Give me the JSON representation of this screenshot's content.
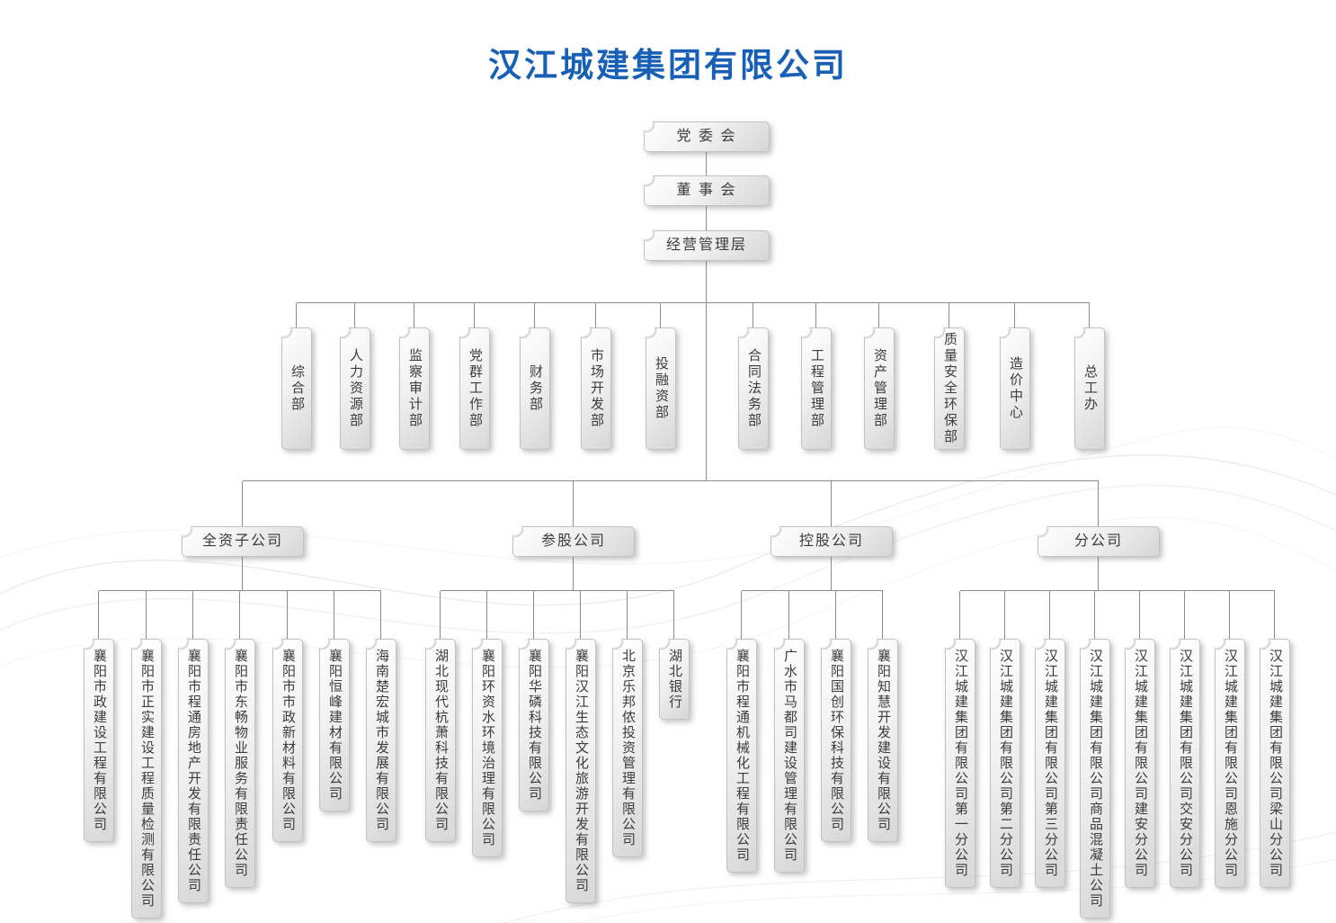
{
  "title": "汉江城建集团有限公司",
  "governance": [
    "党 委 会",
    "董 事 会",
    "经营管理层"
  ],
  "departments": [
    "综合部",
    "人力资源部",
    "监察审计部",
    "党群工作部",
    "财务部",
    "市场开发部",
    "投融资部",
    "合同法务部",
    "工程管理部",
    "资产管理部",
    "质量安全环保部",
    "造价中心",
    "总工办"
  ],
  "groups": [
    {
      "label": "全资子公司",
      "companies": [
        "襄阳市政建设工程有限公司",
        "襄阳市正实建设工程质量检测有限公司",
        "襄阳市程通房地产开发有限责任公司",
        "襄阳市东畅物业服务有限责任公司",
        "襄阳市市政新材料有限公司",
        "襄阳恒峰建材有限公司",
        "海南楚宏城市发展有限公司"
      ]
    },
    {
      "label": "参股公司",
      "companies": [
        "湖北现代杭萧科技有限公司",
        "襄阳环资水环境治理有限公司",
        "襄阳华磷科技有限公司",
        "襄阳汉江生态文化旅游开发有限公司",
        "北京乐邦侬投资管理有限公司",
        "湖北银行"
      ]
    },
    {
      "label": "控股公司",
      "companies": [
        "襄阳市程通机械化工程有限公司",
        "广水市马都司建设管理有限公司",
        "襄阳国创环保科技有限公司",
        "襄阳知慧开发建设有限公司"
      ]
    },
    {
      "label": "分公司",
      "companies": [
        "汉江城建集团有限公司第一分公司",
        "汉江城建集团有限公司第二分公司",
        "汉江城建集团有限公司第三分公司",
        "汉江城建集团有限公司商品混凝土公司",
        "汉江城建集团有限公司建安分公司",
        "汉江城建集团有限公司交安分公司",
        "汉江城建集团有限公司恩施分公司",
        "汉江城建集团有限公司梁山分公司"
      ]
    }
  ],
  "colors": {
    "title": "#1760b6",
    "line": "#8c8c8c",
    "box_text": "#3c3c3c",
    "box_border": "#c2c2c2"
  }
}
